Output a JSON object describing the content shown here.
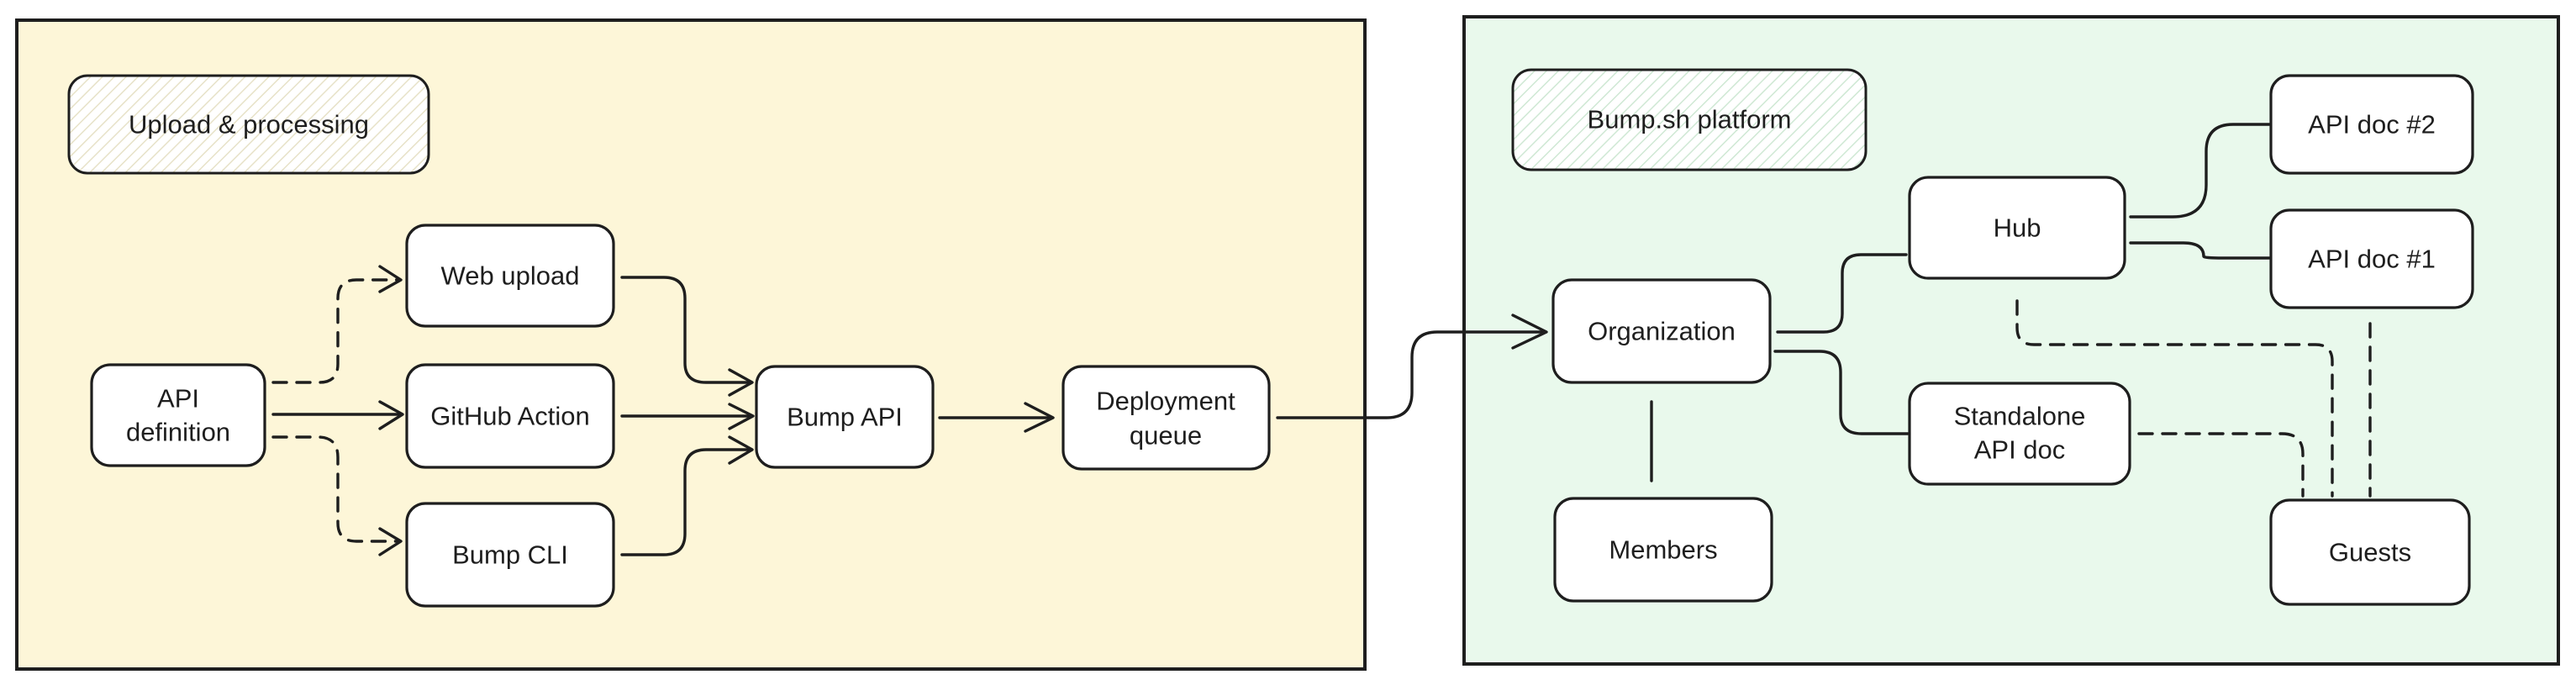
{
  "colors": {
    "left_panel_fill": "#fdf6d8",
    "right_panel_fill": "#e9f9ec",
    "stroke": "#1e1e1e",
    "node_fill": "#ffffff"
  },
  "panels": {
    "upload": {
      "title": "Upload & processing"
    },
    "platform": {
      "title": "Bump.sh platform"
    }
  },
  "nodes": {
    "api_definition": [
      "API",
      "definition"
    ],
    "web_upload": [
      "Web upload"
    ],
    "github_action": [
      "GitHub Action"
    ],
    "bump_cli": [
      "Bump CLI"
    ],
    "bump_api": [
      "Bump API"
    ],
    "deployment_queue": [
      "Deployment",
      "queue"
    ],
    "organization": [
      "Organization"
    ],
    "members": [
      "Members"
    ],
    "hub": [
      "Hub"
    ],
    "standalone_api_doc": [
      "Standalone",
      "API doc"
    ],
    "api_doc_2": [
      "API doc #2"
    ],
    "api_doc_1": [
      "API doc #1"
    ],
    "guests": [
      "Guests"
    ]
  },
  "edges": [
    {
      "from": "api_definition",
      "to": "web_upload",
      "style": "dashed",
      "arrow": true
    },
    {
      "from": "api_definition",
      "to": "github_action",
      "style": "solid",
      "arrow": true
    },
    {
      "from": "api_definition",
      "to": "bump_cli",
      "style": "dashed",
      "arrow": true
    },
    {
      "from": "web_upload",
      "to": "bump_api",
      "style": "solid",
      "arrow": true
    },
    {
      "from": "github_action",
      "to": "bump_api",
      "style": "solid",
      "arrow": true
    },
    {
      "from": "bump_cli",
      "to": "bump_api",
      "style": "solid",
      "arrow": true
    },
    {
      "from": "bump_api",
      "to": "deployment_queue",
      "style": "solid",
      "arrow": true
    },
    {
      "from": "deployment_queue",
      "to": "organization",
      "style": "solid",
      "arrow": true
    },
    {
      "from": "organization",
      "to": "members",
      "style": "solid",
      "arrow": false
    },
    {
      "from": "organization",
      "to": "hub",
      "style": "solid",
      "arrow": false
    },
    {
      "from": "organization",
      "to": "standalone_api_doc",
      "style": "solid",
      "arrow": false
    },
    {
      "from": "hub",
      "to": "api_doc_2",
      "style": "solid",
      "arrow": false
    },
    {
      "from": "hub",
      "to": "api_doc_1",
      "style": "solid",
      "arrow": false
    },
    {
      "from": "hub",
      "to": "guests",
      "style": "dashed",
      "arrow": false
    },
    {
      "from": "standalone_api_doc",
      "to": "guests",
      "style": "dashed",
      "arrow": false
    },
    {
      "from": "api_doc_1",
      "to": "guests",
      "style": "dashed",
      "arrow": false
    }
  ]
}
